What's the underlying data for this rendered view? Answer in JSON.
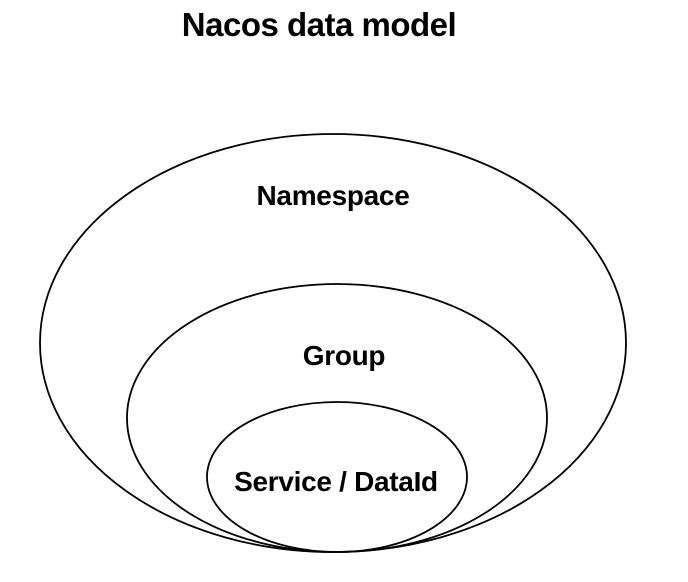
{
  "title": "Nacos data model",
  "diagram": {
    "type": "nested-ellipses",
    "background_color": "#ffffff",
    "stroke_color": "#000000",
    "text_color": "#000000",
    "rings": [
      {
        "label": "Namespace",
        "level": 1
      },
      {
        "label": "Group",
        "level": 2
      },
      {
        "label": "Service / DataId",
        "level": 3
      }
    ]
  }
}
